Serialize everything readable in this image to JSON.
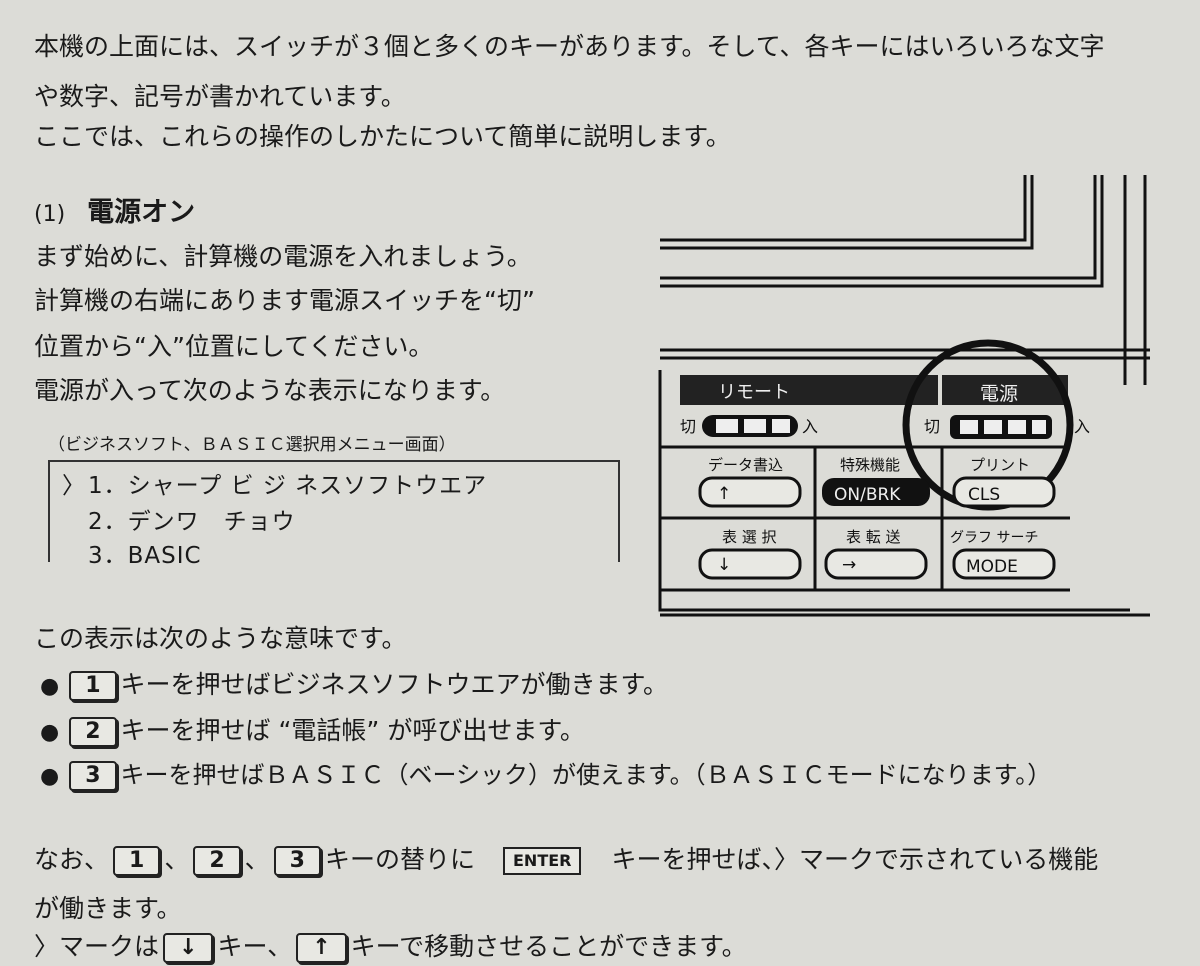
{
  "intro": {
    "line1": "本機の上面には、スイッチが３個と多くのキーがあります。そして、各キーにはいろいろな文字",
    "line2": "や数字、記号が書かれています。",
    "line3": "ここでは、これらの操作のしかたについて簡単に説明します。"
  },
  "section": {
    "number": "(1)",
    "title": "電源オン"
  },
  "body": {
    "line1": "まず始めに、計算機の電源を入れましょう。",
    "line2": "計算機の右端にあります電源スイッチを“切”",
    "line3": "位置から“入”位置にしてください。",
    "line4": "電源が入って次のような表示になります。"
  },
  "menu": {
    "caption": "（ビジネスソフト、ＢＡＳＩＣ選択用メニュー画面）",
    "cursor": "〉",
    "items": [
      "1．シャープ ビ ジ ネスソフトウエア",
      "2．デンワ　チョウ",
      "3．BASIC"
    ]
  },
  "figure": {
    "remote_label": "リモート",
    "power_label": "電源",
    "off_label": "切",
    "on_label": "入",
    "keys": [
      {
        "top": "データ書込",
        "cap": "↑"
      },
      {
        "top": "特殊機能",
        "cap": "ON/BRK"
      },
      {
        "top": "プリント",
        "cap": "CLS"
      },
      {
        "top": "表 選 択",
        "cap": "↓"
      },
      {
        "top": "表 転 送",
        "cap": "→"
      },
      {
        "top": "グラフ サーチ",
        "cap": "MODE"
      }
    ]
  },
  "meaning": {
    "intro": "この表示は次のような意味です。",
    "bullet": "●",
    "items": [
      {
        "key": "1",
        "text": "キーを押せばビジネスソフトウエアが働きます。"
      },
      {
        "key": "2",
        "text": "キーを押せば “電話帳” が呼び出せます。"
      },
      {
        "key": "3",
        "text": "キーを押せばＢＡＳＩＣ（ベーシック）が使えます。（ＢＡＳＩＣモードになります。）"
      }
    ]
  },
  "footer": {
    "prefix": "なお、",
    "k1": "1",
    "sep1": "、",
    "k2": "2",
    "sep2": "、",
    "k3": "3",
    "mid": "キーの替りに",
    "enter": "ENTER",
    "rest": "キーを押せば、〉マークで示されている機能",
    "line2": "が働きます。",
    "l3_prefix": "〉マークは",
    "down_key": "↓",
    "l3_mid": "キー、",
    "up_key": "↑",
    "l3_end": "キーで移動させることができます。"
  }
}
